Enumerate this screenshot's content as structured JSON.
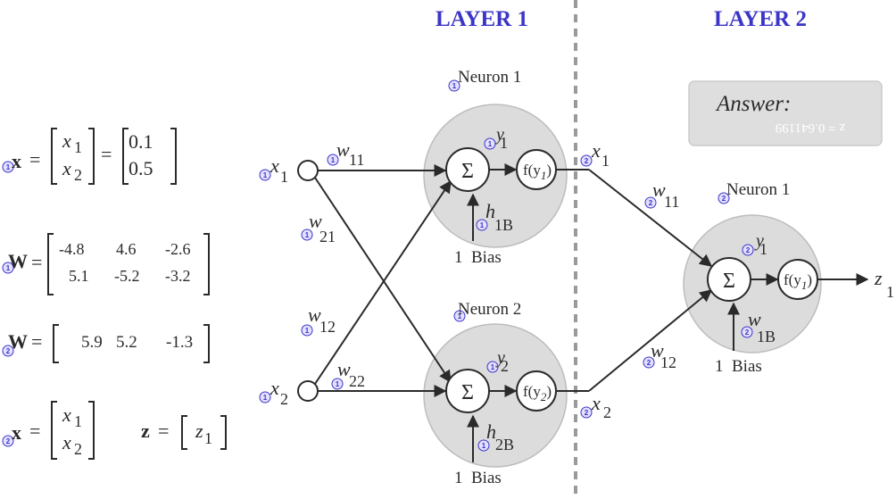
{
  "layers": {
    "layer1": "LAYER 1",
    "layer2": "LAYER 2"
  },
  "answer": {
    "title": "Answer:",
    "flipped_text": "z = 0.641199"
  },
  "badges": {
    "one": "1",
    "two": "2"
  },
  "symbols": {
    "sum": "Σ",
    "activation": "f(y",
    "activation_close": ")",
    "equals": "="
  },
  "layer1": {
    "neuron1": {
      "label": "Neuron 1",
      "sum_out": "y",
      "sum_sub": "1",
      "bias_w": "h",
      "bias_sub": "1B",
      "bias_label": "1  Bias"
    },
    "neuron2": {
      "label": "Neuron 2",
      "sum_out": "y",
      "sum_sub": "2",
      "bias_w": "h",
      "bias_sub": "2B",
      "bias_label": "1  Bias"
    },
    "inputs": [
      {
        "sym": "x",
        "sub": "1"
      },
      {
        "sym": "x",
        "sub": "2"
      }
    ],
    "weights": [
      {
        "sym": "w",
        "sub": "11"
      },
      {
        "sym": "w",
        "sub": "21"
      },
      {
        "sym": "w",
        "sub": "12"
      },
      {
        "sym": "w",
        "sub": "22"
      }
    ]
  },
  "layer2": {
    "neuron1": {
      "label": "Neuron 1",
      "sum_out": "y",
      "sum_sub": "1",
      "bias_w": "w",
      "bias_sub": "1B",
      "bias_label": "1  Bias"
    },
    "inputs": [
      {
        "sym": "x",
        "sub": "1"
      },
      {
        "sym": "x",
        "sub": "2"
      }
    ],
    "weights": [
      {
        "sym": "w",
        "sub": "11"
      },
      {
        "sym": "w",
        "sub": "12"
      }
    ],
    "output": {
      "sym": "z",
      "sub": "1"
    }
  },
  "equations": {
    "x_vec": {
      "lhs": "x",
      "e1": "x",
      "e1_sub": "1",
      "e2": "x",
      "e2_sub": "2",
      "v1": "0.1",
      "v2": "0.5"
    },
    "W1": {
      "lhs": "W",
      "row1": [
        "-4.8",
        "4.6",
        "-2.6"
      ],
      "row2": [
        "5.1",
        "-5.2",
        "-3.2"
      ]
    },
    "W2": {
      "lhs": "W",
      "row1": [
        "5.9",
        "5.2",
        "-1.3"
      ]
    },
    "x2_vec": {
      "lhs": "x",
      "e1": "x",
      "e1_sub": "1",
      "e2": "x",
      "e2_sub": "2"
    },
    "z_vec": {
      "lhs": "z",
      "e1": "z",
      "e1_sub": "1"
    }
  }
}
